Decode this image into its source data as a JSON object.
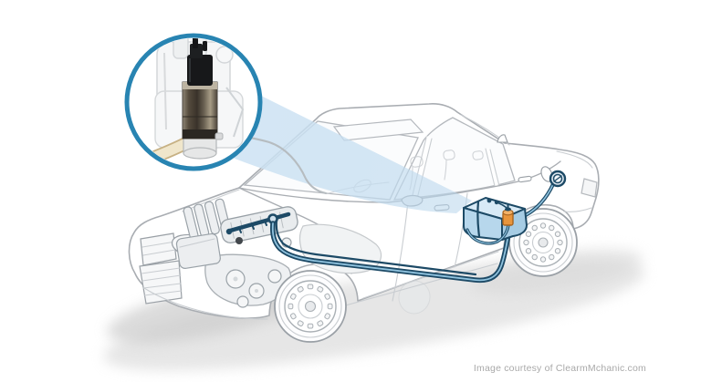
{
  "figure": {
    "caption": "Image courtesy of ClearmMchanic.com",
    "subject": "sedan-fuel-system-cutaway-illustration",
    "highlighted_parts": [
      "fuel-pump",
      "fuel-rail",
      "fuel-supply-line",
      "fuel-tank",
      "fuel-pump-module",
      "fuel-filler-cap"
    ]
  },
  "colors": {
    "background": "#ffffff",
    "callout_ring": "#2884b2",
    "beam": "#cfe4f4",
    "beam_far": "#b9d6ec",
    "navy": "#1d4a66",
    "line_core": "#8fc2de",
    "tank_top": "#d8eaf6",
    "tank_front": "#b7d7ec",
    "tank_side": "#a6cce4",
    "pump_orange": "#e8953c",
    "pump_orange_edge": "#a8641e",
    "hose_fill": "#f0e6cb",
    "hose_edge": "#c7b184",
    "caption_text": "#a9a9a9",
    "car_line": "#a9adb2",
    "car_line_light": "#c9cdd1",
    "shadow": "#d6d6d6"
  }
}
